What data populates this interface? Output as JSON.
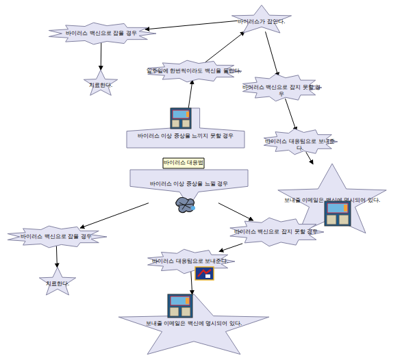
{
  "diagram": {
    "nodes": [
      {
        "text": [
          "바이러스 대응법"
        ]
      },
      {
        "text": [
          "바이러스 이상 증상을 느끼지 못할 경우"
        ]
      },
      {
        "text": [
          "일주일에 한번씩이라도 백신을 돌린다."
        ]
      },
      {
        "text": [
          "바이러스가 잡인다."
        ]
      },
      {
        "text": [
          "바이러스 백신으로 잡을 경우"
        ]
      },
      {
        "text": [
          "치료한다."
        ]
      },
      {
        "text": [
          "바이러스 백신으로 잡지 못할 경우"
        ]
      },
      {
        "text": [
          "바이러스 대응팀으로 보내준다."
        ]
      },
      {
        "text": [
          "보내줄 이메일은 백신에 명시되어 있다."
        ]
      },
      {
        "text": [
          "바이러스 이상 증상을 느낄 경우"
        ]
      },
      {
        "text": [
          "바이러스 백신으로 잡을 경우"
        ]
      },
      {
        "text": [
          "치료한다."
        ]
      },
      {
        "text": [
          "바이러스 백신으로 잡지 못할 경우"
        ]
      },
      {
        "text": [
          "바이러스 대응팀으로 보내준다."
        ]
      },
      {
        "text": [
          "보내줄 이메일은 백신에 명시되어 있다."
        ]
      }
    ],
    "edges": [
      {
        "from": 1,
        "to": 2,
        "arrow": "to"
      },
      {
        "from": 2,
        "to": 3,
        "arrow": "to"
      },
      {
        "from": 3,
        "to": 4,
        "arrow": "to"
      },
      {
        "from": 3,
        "to": 6,
        "arrow": "to"
      },
      {
        "from": 4,
        "to": 5,
        "arrow": "to"
      },
      {
        "from": 6,
        "to": 7,
        "arrow": "to"
      },
      {
        "from": 7,
        "to": 8,
        "arrow": "to"
      },
      {
        "from": 9,
        "to": 10,
        "arrow": "to"
      },
      {
        "from": 9,
        "to": 12,
        "arrow": "to"
      },
      {
        "from": 10,
        "to": 11,
        "arrow": "to"
      },
      {
        "from": 12,
        "to": 13,
        "arrow": "to"
      },
      {
        "from": 13,
        "to": 14,
        "arrow": "to"
      }
    ]
  }
}
